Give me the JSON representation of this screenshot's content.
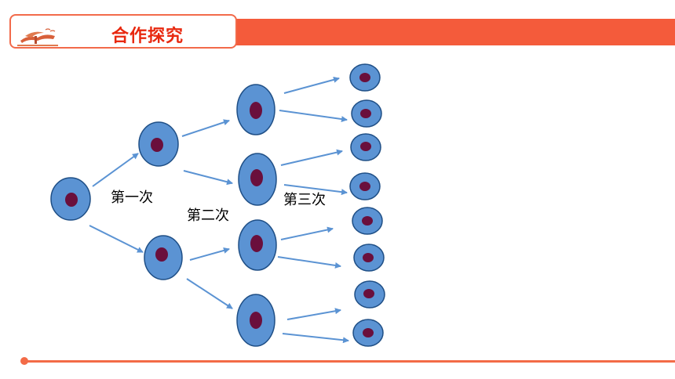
{
  "header": {
    "title": "合作探究",
    "logo_icon": "pine-tree-landscape-icon",
    "accent_color": "#f45b3b"
  },
  "diagram": {
    "cell_fill": "#5b93d3",
    "cell_stroke": "#1f4f86",
    "nucleus_fill": "#6a0f3c",
    "arrow_color": "#5b93d3",
    "stage_labels": {
      "first": "第一次",
      "second": "第二次",
      "third": "第三次"
    },
    "generations": [
      1,
      2,
      4,
      8
    ]
  }
}
